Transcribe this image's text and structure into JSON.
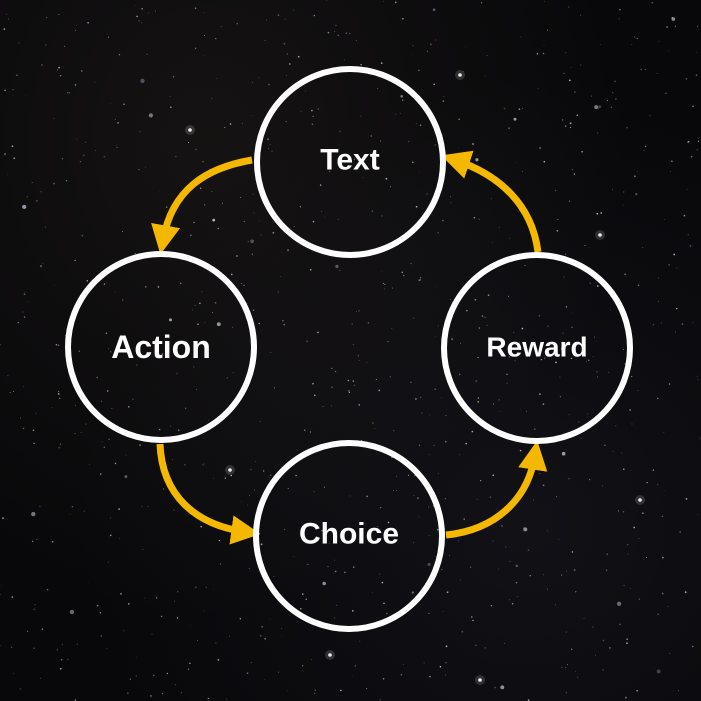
{
  "diagram": {
    "nodes": [
      {
        "id": "text",
        "label": "Text"
      },
      {
        "id": "action",
        "label": "Action"
      },
      {
        "id": "choice",
        "label": "Choice"
      },
      {
        "id": "reward",
        "label": "Reward"
      }
    ],
    "edges": [
      {
        "from": "text",
        "to": "action"
      },
      {
        "from": "action",
        "to": "choice"
      },
      {
        "from": "choice",
        "to": "reward"
      },
      {
        "from": "reward",
        "to": "text"
      }
    ],
    "colors": {
      "background": "#08080a",
      "circle_stroke": "#ffffff",
      "arrow": "#f5b800",
      "label": "#ffffff"
    }
  }
}
